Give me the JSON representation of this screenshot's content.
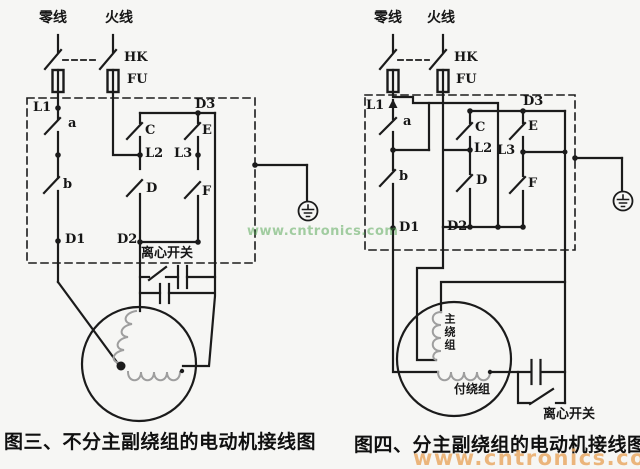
{
  "figure_left": {
    "caption": "图三、不分主副绕组的电动机接线图",
    "labels": {
      "neutral_line": "零线",
      "live_line": "火线",
      "hk": "HK",
      "fu": "FU",
      "l1": "L1",
      "a": "a",
      "b": "b",
      "d1": "D1",
      "c": "C",
      "l2": "L2",
      "d": "D",
      "d2": "D2",
      "e": "E",
      "l3": "L3",
      "f": "F",
      "d3": "D3",
      "centrifugal_switch": "离心开关"
    }
  },
  "figure_right": {
    "caption": "图四、分主副绕组的电动机接线图",
    "labels": {
      "neutral_line": "零线",
      "live_line": "火线",
      "hk": "HK",
      "fu": "FU",
      "l1": "L1",
      "a": "a",
      "b": "b",
      "d1": "D1",
      "c": "C",
      "l2": "L2",
      "d": "D",
      "d2": "D2",
      "e": "E",
      "l3": "L3",
      "f": "F",
      "d3": "D3",
      "main_winding": "主绕组",
      "aux_winding": "付绕组",
      "centrifugal_switch": "离心开关"
    }
  },
  "watermark": {
    "text": "www.cntronics.com",
    "orange_color": "#e9a55d",
    "green_color": "#4ea34e"
  },
  "colors": {
    "wire": "#1b1b1b",
    "coil": "#9e9e9e",
    "background": "#f6f6f4"
  }
}
